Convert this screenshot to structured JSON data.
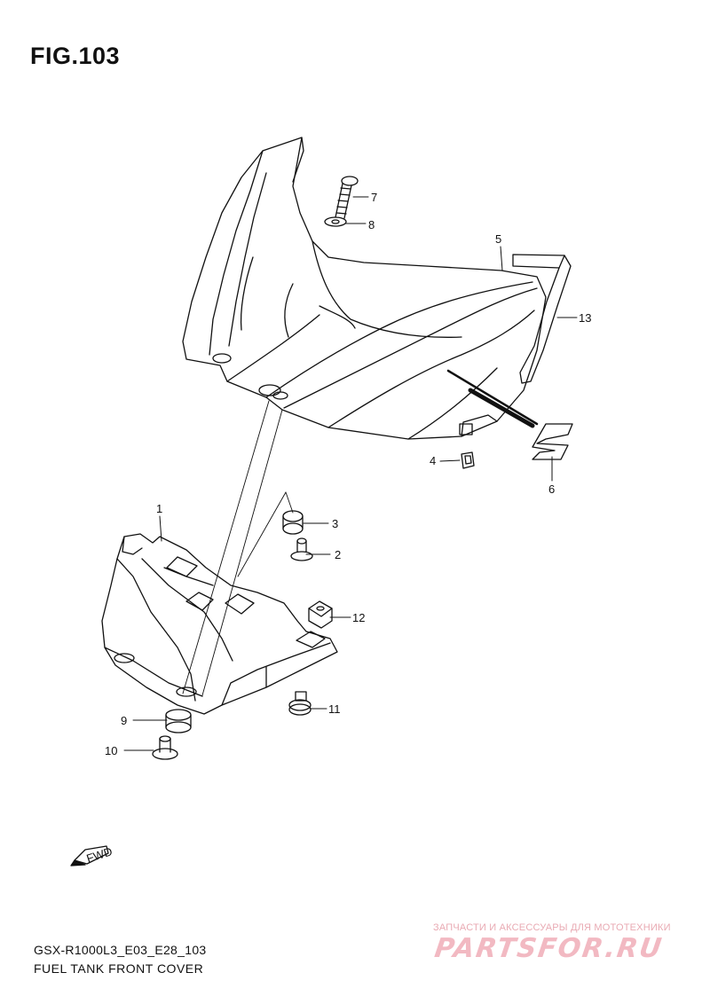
{
  "figure": {
    "title": "FIG.103"
  },
  "callouts": [
    {
      "id": "1",
      "label": "1"
    },
    {
      "id": "2",
      "label": "2"
    },
    {
      "id": "3",
      "label": "3"
    },
    {
      "id": "4",
      "label": "4"
    },
    {
      "id": "5",
      "label": "5"
    },
    {
      "id": "6",
      "label": "6"
    },
    {
      "id": "7",
      "label": "7"
    },
    {
      "id": "8",
      "label": "8"
    },
    {
      "id": "9",
      "label": "9"
    },
    {
      "id": "10",
      "label": "10"
    },
    {
      "id": "11",
      "label": "11"
    },
    {
      "id": "12",
      "label": "12"
    },
    {
      "id": "13",
      "label": "13"
    }
  ],
  "fwd_badge": {
    "label": "FWD"
  },
  "footer": {
    "model_code": "GSX-R1000L3_E03_E28_103",
    "subtitle": "FUEL TANK FRONT COVER"
  },
  "watermark": {
    "tagline": "ЗАПЧАСТИ И АКСЕССУАРЫ ДЛЯ МОТОТЕХНИКИ",
    "logo": "PARTSFOR.RU"
  },
  "colors": {
    "line": "#111111",
    "watermark": "#f2b9c2"
  }
}
